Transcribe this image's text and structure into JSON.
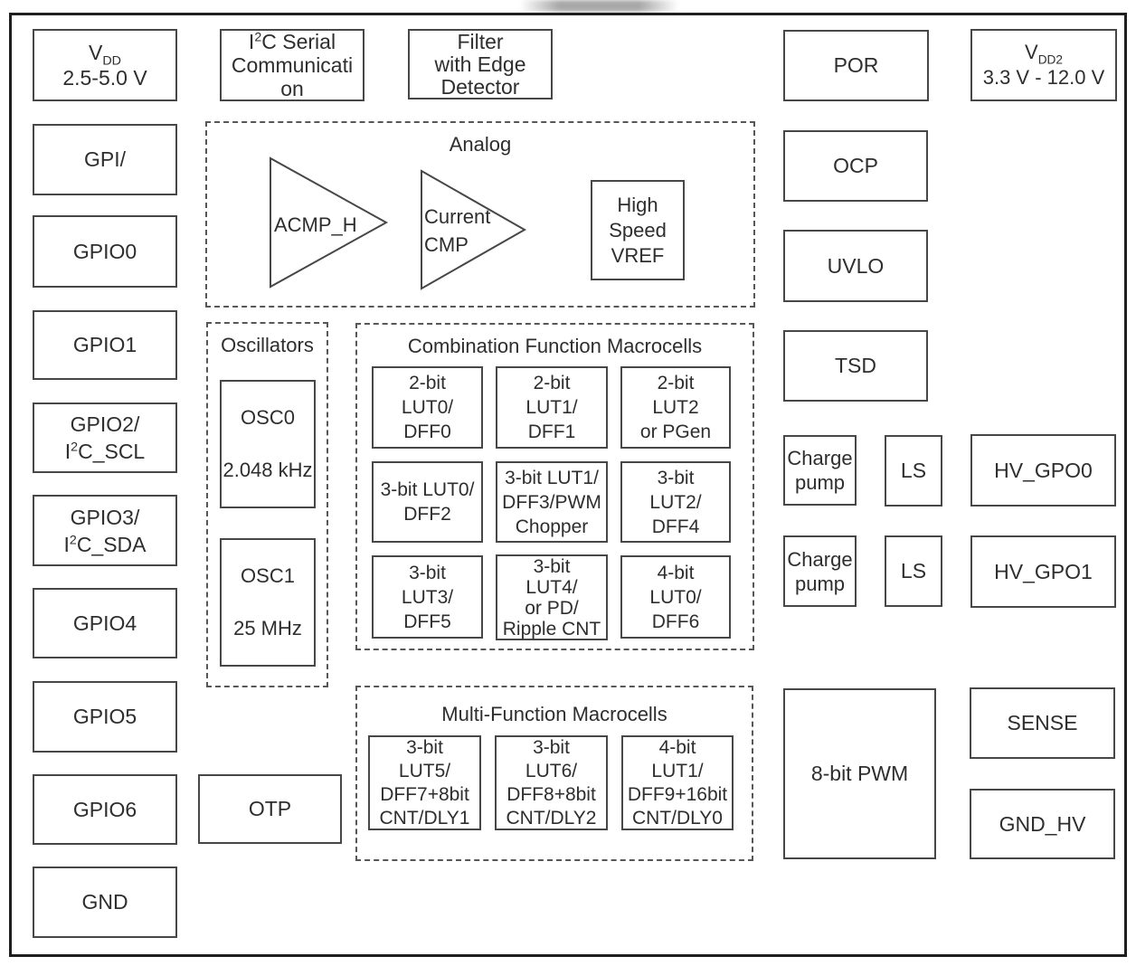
{
  "blocks": {
    "vdd": {
      "v": "V",
      "sub": "DD",
      "range": "2.5-5.0 V"
    },
    "gpi": {
      "label": "GPI/"
    },
    "gpio0": {
      "label": "GPIO0"
    },
    "gpio1": {
      "label": "GPIO1"
    },
    "gpio2": {
      "line1": "GPIO2/",
      "i": "I",
      "sup": "2",
      "rest": "C_SCL"
    },
    "gpio3": {
      "line1": "GPIO3/",
      "i": "I",
      "sup": "2",
      "rest": "C_SDA"
    },
    "gpio4": {
      "label": "GPIO4"
    },
    "gpio5": {
      "label": "GPIO5"
    },
    "gpio6": {
      "label": "GPIO6"
    },
    "gnd": {
      "label": "GND"
    },
    "i2c": {
      "i": "I",
      "sup": "2",
      "rest": "C Serial",
      "line2": "Communicati",
      "line3": "on"
    },
    "filter": {
      "line1": "Filter",
      "line2": "with Edge",
      "line3": "Detector"
    },
    "por": {
      "label": "POR"
    },
    "vdd2": {
      "v": "V",
      "sub": "DD2",
      "range": "3.3 V - 12.0 V"
    },
    "ocp": {
      "label": "OCP"
    },
    "uvlo": {
      "label": "UVLO"
    },
    "tsd": {
      "label": "TSD"
    },
    "charge_pump1": {
      "line1": "Charge",
      "line2": "pump"
    },
    "ls1": {
      "label": "LS"
    },
    "hv_gpo0": {
      "label": "HV_GPO0"
    },
    "charge_pump2": {
      "line1": "Charge",
      "line2": "pump"
    },
    "ls2": {
      "label": "LS"
    },
    "hv_gpo1": {
      "label": "HV_GPO1"
    },
    "pwm": {
      "label": "8-bit PWM"
    },
    "sense": {
      "label": "SENSE"
    },
    "gnd_hv": {
      "label": "GND_HV"
    },
    "otp": {
      "label": "OTP"
    }
  },
  "analog": {
    "title": "Analog",
    "acmp_label": "ACMP_H",
    "current_cmp": {
      "line1": "Current",
      "line2": "CMP"
    },
    "vref": {
      "line1": "High",
      "line2": "Speed",
      "line3": "VREF"
    }
  },
  "oscillators": {
    "title": "Oscillators",
    "osc0": {
      "name": "OSC0",
      "freq": "2.048 kHz"
    },
    "osc1": {
      "name": "OSC1",
      "freq": "25 MHz"
    }
  },
  "combination": {
    "title": "Combination Function Macrocells",
    "cells": [
      {
        "lines": [
          "2-bit",
          "LUT0/",
          "DFF0"
        ]
      },
      {
        "lines": [
          "2-bit",
          "LUT1/",
          "DFF1"
        ]
      },
      {
        "lines": [
          "2-bit",
          "LUT2",
          "or PGen"
        ]
      },
      {
        "lines": [
          "3-bit LUT0/",
          "DFF2"
        ]
      },
      {
        "lines": [
          "3-bit LUT1/",
          "DFF3/PWM",
          "Chopper"
        ]
      },
      {
        "lines": [
          "3-bit",
          "LUT2/",
          "DFF4"
        ]
      },
      {
        "lines": [
          "3-bit",
          "LUT3/",
          "DFF5"
        ]
      },
      {
        "lines": [
          "3-bit",
          "LUT4/",
          "or PD/",
          "Ripple CNT"
        ]
      },
      {
        "lines": [
          "4-bit",
          "LUT0/",
          "DFF6"
        ]
      }
    ]
  },
  "multi": {
    "title": "Multi-Function Macrocells",
    "cells": [
      {
        "lines": [
          "3-bit",
          "LUT5/",
          "DFF7+8bit",
          "CNT/DLY1"
        ]
      },
      {
        "lines": [
          "3-bit",
          "LUT6/",
          "DFF8+8bit",
          "CNT/DLY2"
        ]
      },
      {
        "lines": [
          "4-bit",
          "LUT1/",
          "DFF9+16bit",
          "CNT/DLY0"
        ]
      }
    ]
  }
}
